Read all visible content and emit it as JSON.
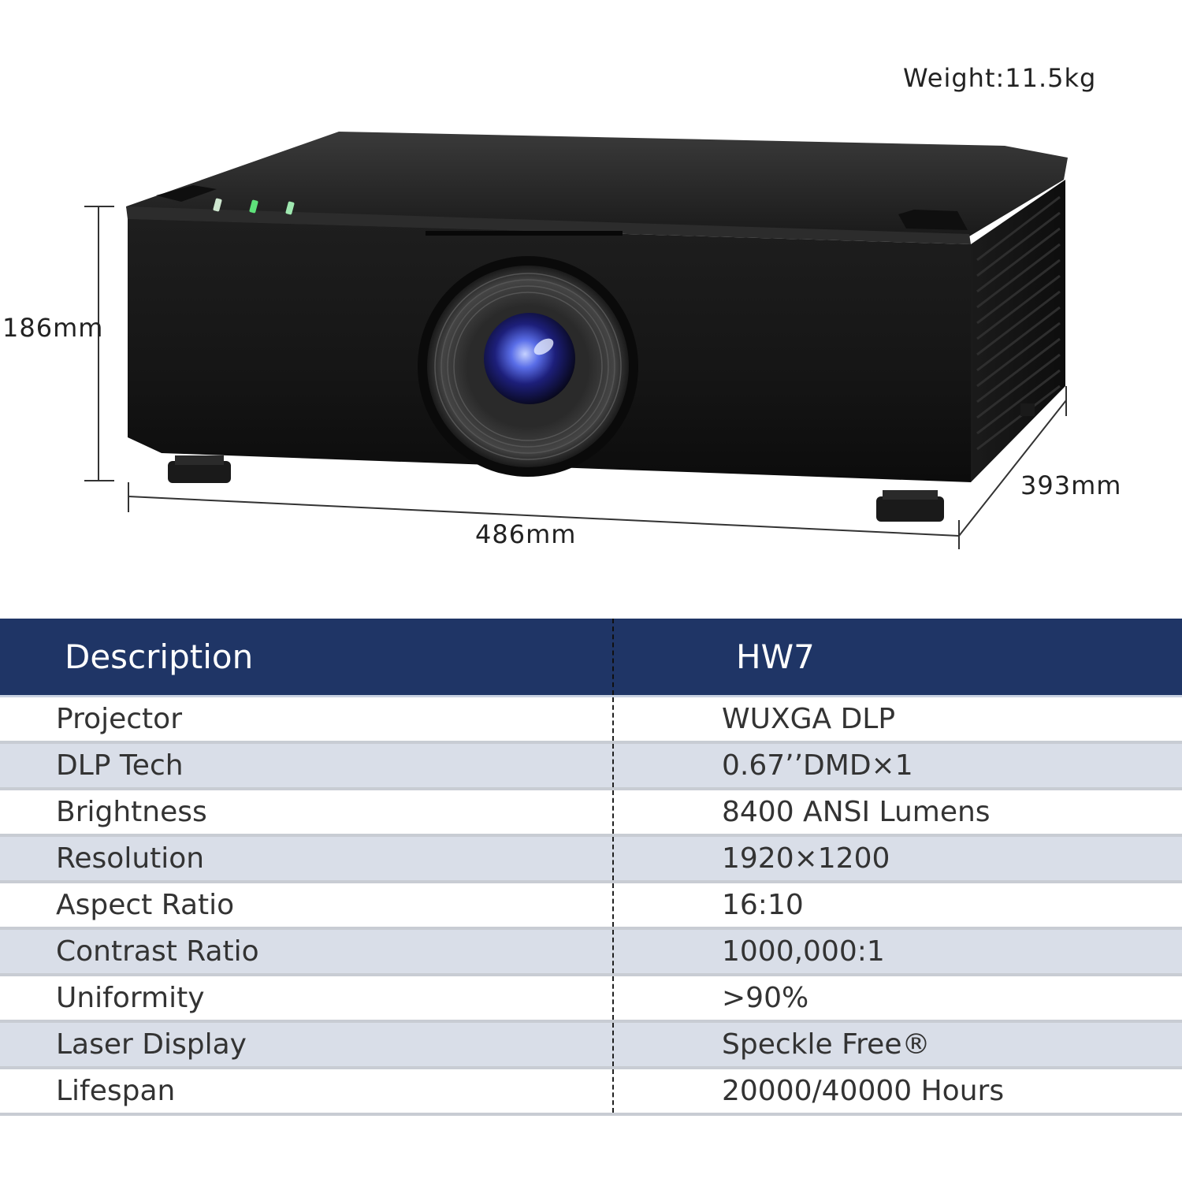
{
  "product": {
    "weight_label": "Weight:11.5kg",
    "dimensions": {
      "height": "186mm",
      "width": "486mm",
      "depth": "393mm"
    },
    "colors": {
      "body": "#141414",
      "lens_accent": "#3a4fd0",
      "indicator_green": "#5ee27a"
    }
  },
  "table": {
    "header": {
      "col1": "Description",
      "col2": "HW7"
    },
    "header_color": "#1f3566",
    "stripe_color": "#d9dee8",
    "rows": [
      {
        "label": "Projector",
        "value": "WUXGA DLP"
      },
      {
        "label": "DLP Tech",
        "value": "0.67’’DMD×1"
      },
      {
        "label": "Brightness",
        "value": "8400 ANSI Lumens"
      },
      {
        "label": "Resolution",
        "value": "1920×1200"
      },
      {
        "label": "Aspect Ratio",
        "value": "16:10"
      },
      {
        "label": "Contrast Ratio",
        "value": "1000,000:1"
      },
      {
        "label": "Uniformity",
        "value": ">90%"
      },
      {
        "label": "Laser Display",
        "value": "Speckle Free®"
      },
      {
        "label": "Lifespan",
        "value": "20000/40000 Hours"
      }
    ]
  }
}
